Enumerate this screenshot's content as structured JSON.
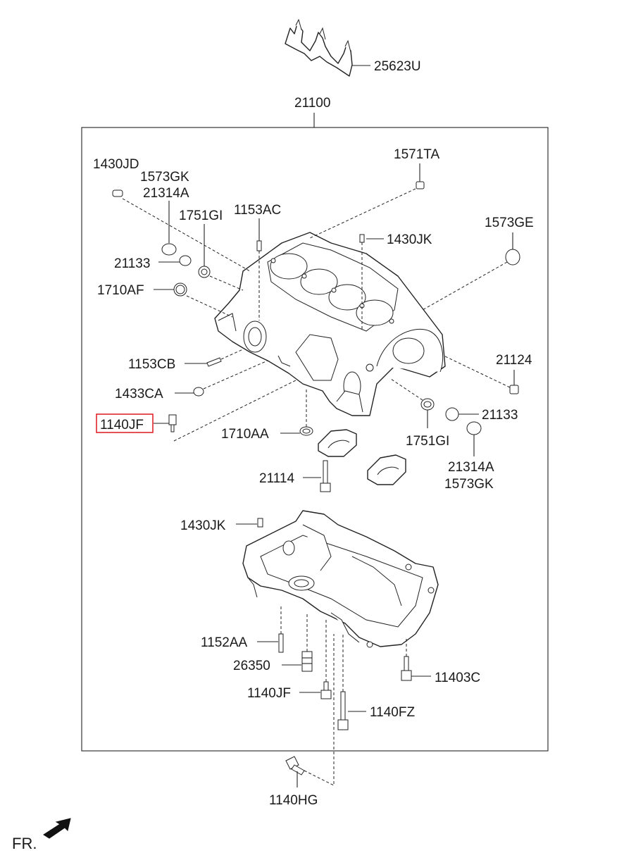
{
  "labels": {
    "p25623U": "25623U",
    "p21100": "21100",
    "p1571TA": "1571TA",
    "p1430JD": "1430JD",
    "p1573GK_a": "1573GK",
    "p21314A_a": "21314A",
    "p1751GI_a": "1751GI",
    "p1153AC": "1153AC",
    "p1430JK_a": "1430JK",
    "p1573GE": "1573GE",
    "p21133_a": "21133",
    "p1710AF": "1710AF",
    "p1153CB": "1153CB",
    "p21124": "21124",
    "p1433CA": "1433CA",
    "p21133_b": "21133",
    "p1140JF_a": "1140JF",
    "p1710AA": "1710AA",
    "p1751GI_b": "1751GI",
    "p21314A_b": "21314A",
    "p1573GK_b": "1573GK",
    "p21114": "21114",
    "p1430JK_b": "1430JK",
    "p1152AA": "1152AA",
    "p26350": "26350",
    "p11403C": "11403C",
    "p1140JF_b": "1140JF",
    "p1140FZ": "1140FZ",
    "p1140HG": "1140HG",
    "fr": "FR."
  },
  "colors": {
    "line": "#222222",
    "highlight": "#e0262b",
    "text": "#1a1a1a"
  }
}
